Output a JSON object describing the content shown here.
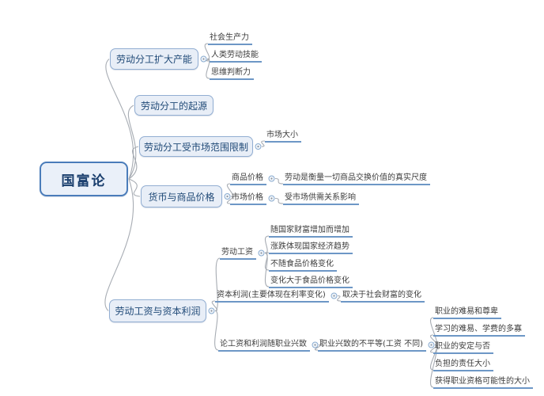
{
  "mindmap": {
    "root": {
      "label": "国富论"
    },
    "branches": [
      {
        "label": "劳动分工扩大产能",
        "children": [
          {
            "label": "社会生产力"
          },
          {
            "label": "人类劳动技能"
          },
          {
            "label": "思维判断力"
          }
        ]
      },
      {
        "label": "劳动分工的起源",
        "children": []
      },
      {
        "label": "劳动分工受市场范围限制",
        "children": [
          {
            "label": "市场大小"
          }
        ]
      },
      {
        "label": "货币与商品价格",
        "children": [
          {
            "label": "商品价格",
            "children": [
              {
                "label": "劳动是衡量一切商品交换价值的真实尺度"
              }
            ]
          },
          {
            "label": "市场价格",
            "children": [
              {
                "label": "受市场供需关系影响"
              }
            ]
          }
        ]
      },
      {
        "label": "劳动工资与资本利润",
        "children": [
          {
            "label": "劳动工资",
            "children": [
              {
                "label": "随国家财富增加而增加"
              },
              {
                "label": "涨跌体现国家经济趋势"
              },
              {
                "label": "不随食品价格变化"
              },
              {
                "label": "变化大于食品价格变化"
              }
            ]
          },
          {
            "label": "资本利润(主要体现在利率变化)",
            "children": [
              {
                "label": "取决于社会财富的变化"
              }
            ]
          },
          {
            "label": "论工资和利润随职业兴致",
            "children": [
              {
                "label": "职业兴致的不平等(工资 不同)",
                "children": [
                  {
                    "label": "职业的难易和尊卑"
                  },
                  {
                    "label": "学习的难易、学费的多寡"
                  },
                  {
                    "label": "职业的安定与否"
                  },
                  {
                    "label": "负担的责任大小"
                  },
                  {
                    "label": "获得职业资格可能性的大小"
                  }
                ]
              }
            ]
          }
        ]
      }
    ],
    "colors": {
      "root_border": "#4a7cba",
      "root_fill": "#eaf0f9",
      "branch_border": "#92aed2",
      "branch_fill": "#e8eef7",
      "topic_text": "#1f4977",
      "leaf_text": "#3c3c3c",
      "underline": "#6d97c6",
      "connector": "#a7acb3",
      "collapse_circle_border": "#88aacf",
      "collapse_circle_fill": "#f2f6fb"
    }
  }
}
